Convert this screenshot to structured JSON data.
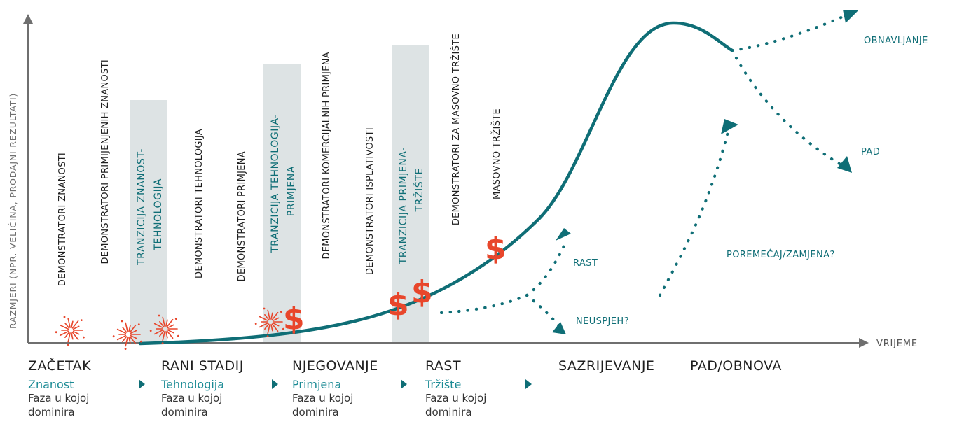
{
  "axes": {
    "y_title": "RAZMJERI (NPR. VELIČINA, PRODAJNI REZULTATI)",
    "x_title": "VRIJEME"
  },
  "columns": [
    {
      "id": "c1",
      "text": "DEMONSTRATORI ZNANOSTI"
    },
    {
      "id": "c2",
      "text": "DEMONSTRATORI PRIMIJENJENIH ZNANOSTI"
    },
    {
      "id": "c4",
      "text": "DEMONSTRATORI TEHNOLOGIJA"
    },
    {
      "id": "c5",
      "text": "DEMONSTRATORI PRIMJENA"
    },
    {
      "id": "c7",
      "text": "DEMONSTRATORI KOMERCIJALNIH PRIMJENA"
    },
    {
      "id": "c8",
      "text": "DEMONSTRATORI ISPLATIVOSTI"
    },
    {
      "id": "c10",
      "text": "DEMONSTRATORI ZA MASOVNO TRŽIŠTE"
    },
    {
      "id": "c11",
      "text": "MASOVNO TRŽIŠTE"
    }
  ],
  "transitions": [
    {
      "line1": "TRANZICIJA ZNANOST-",
      "line2": "TEHNOLOGIJA"
    },
    {
      "line1": "TRANZICIJA TEHNOLOGIJA-",
      "line2": "PRIMJENA"
    },
    {
      "line1": "TRANZICIJA PRIMJENA-",
      "line2": "TRŽIŠTE"
    }
  ],
  "outcomes": {
    "renewal": "OBNAVLJANJE",
    "decline": "PAD",
    "disruption": "POREMEĆAJ/ZAMJENA?",
    "growth": "RAST",
    "failure": "NEUSPJEH?"
  },
  "money_symbol": "$",
  "stages": [
    {
      "title": "ZAČETAK",
      "sub": "Znanost",
      "desc1": "Faza u kojoj",
      "desc2": "dominira"
    },
    {
      "title": "RANI STADIJ",
      "sub": "Tehnologija",
      "desc1": "Faza u kojoj",
      "desc2": "dominira"
    },
    {
      "title": "NJEGOVANJE",
      "sub": "Primjena",
      "desc1": "Faza u kojoj",
      "desc2": "dominira"
    },
    {
      "title": "RAST",
      "sub": "Tržište",
      "desc1": "Faza u kojoj",
      "desc2": "dominira"
    },
    {
      "title": "SAZRIJEVANJE",
      "sub": "",
      "desc1": "",
      "desc2": ""
    },
    {
      "title": "PAD/OBNOVA",
      "sub": "",
      "desc1": "",
      "desc2": ""
    }
  ],
  "colors": {
    "teal": "#0f6e76",
    "teal_light": "#1a8a94",
    "band": "#dde3e4",
    "red": "#e8462b",
    "axis": "#6f6f6f"
  }
}
